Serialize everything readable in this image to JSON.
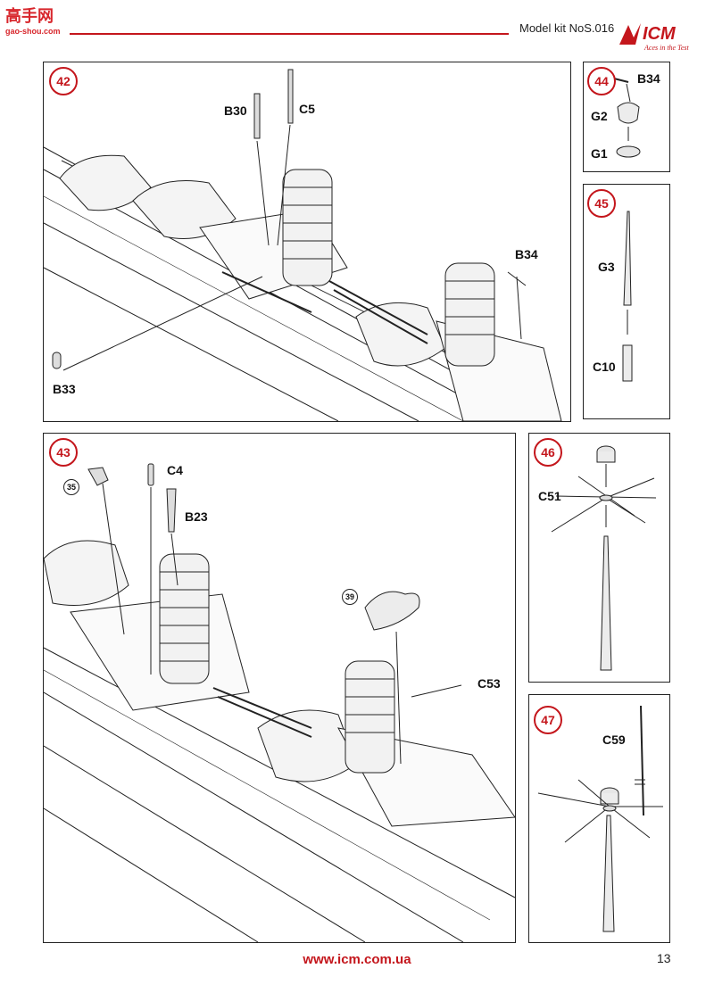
{
  "watermark": {
    "text": "高手网",
    "sub": "gao-shou.com"
  },
  "header": {
    "model_kit": "Model kit NoS.016"
  },
  "logo": {
    "brand": "ICM",
    "tagline": "Aces in the Test"
  },
  "steps": {
    "s42": {
      "number": "42",
      "labels": {
        "b30": "B30",
        "c5": "C5",
        "b34": "B34",
        "b33": "B33"
      }
    },
    "s43": {
      "number": "43",
      "ref35": "35",
      "ref39": "39",
      "labels": {
        "c4": "C4",
        "b23": "B23",
        "c53": "C53"
      }
    },
    "s44": {
      "number": "44",
      "labels": {
        "b34": "B34",
        "g2": "G2",
        "g1": "G1"
      }
    },
    "s45": {
      "number": "45",
      "labels": {
        "g3": "G3",
        "c10": "C10"
      }
    },
    "s46": {
      "number": "46",
      "labels": {
        "c51": "C51"
      }
    },
    "s47": {
      "number": "47",
      "labels": {
        "c59": "C59"
      }
    }
  },
  "footer": {
    "url": "www.icm.com.ua",
    "page": "13"
  },
  "colors": {
    "accent": "#c4161c",
    "ink": "#222222"
  }
}
